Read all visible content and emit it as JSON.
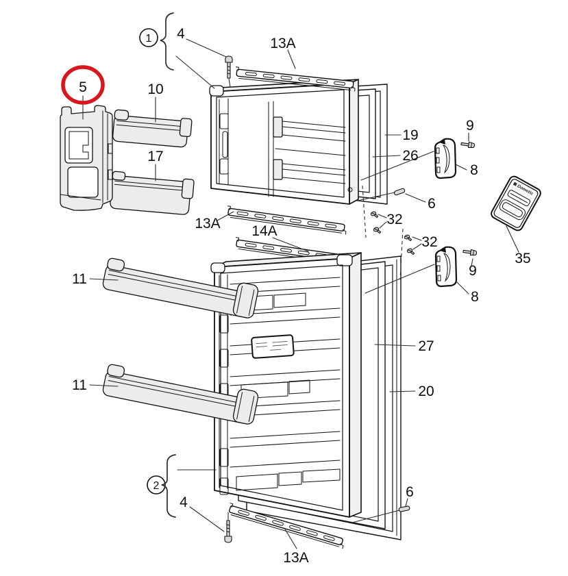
{
  "diagram": {
    "brand_text": "Dometic",
    "highlight_color": "#d9151e",
    "line_color": "#111111"
  },
  "labels": {
    "group_1": "1",
    "group_2": "2",
    "part_4": "4",
    "part_5": "5",
    "part_6": "6",
    "part_8": "8",
    "part_9": "9",
    "part_10": "10",
    "part_11": "11",
    "part_13a": "13A",
    "part_14a": "14A",
    "part_17": "17",
    "part_19": "19",
    "part_20": "20",
    "part_26": "26",
    "part_27": "27",
    "part_32": "32",
    "part_35": "35"
  }
}
